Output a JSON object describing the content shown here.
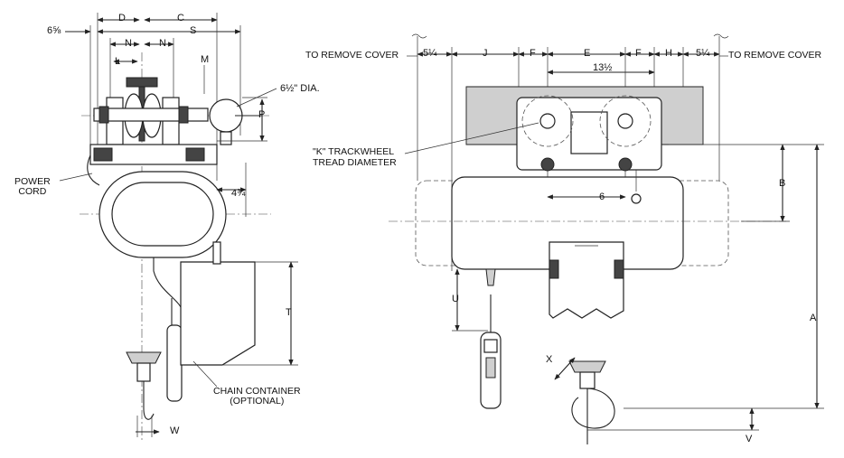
{
  "side_view": {
    "dims": {
      "D": "D",
      "C": "C",
      "offset_left": "6⅝",
      "S": "S",
      "N1": "N",
      "N2": "N",
      "L": "L",
      "M": "M",
      "P": "P",
      "dia": "6½\" DIA.",
      "offset_4_3_4": "4¾",
      "T": "T",
      "W": "W"
    },
    "callouts": {
      "power_cord": "POWER\nCORD",
      "chain_container": "CHAIN CONTAINER\n(OPTIONAL)"
    }
  },
  "front_view": {
    "dims": {
      "left_cover": "5¼",
      "right_cover": "5¼",
      "J": "J",
      "F1": "F",
      "E": "E",
      "F2": "F",
      "H": "H",
      "width_13_1_2": "13½",
      "B": "B",
      "six": "6",
      "U": "U",
      "A": "A",
      "X": "X",
      "V": "V"
    },
    "callouts": {
      "to_remove_cover_left": "TO REMOVE COVER",
      "to_remove_cover_right": "TO REMOVE COVER",
      "trackwheel": "\"K\" TRACKWHEEL\nTREAD DIAMETER"
    }
  }
}
